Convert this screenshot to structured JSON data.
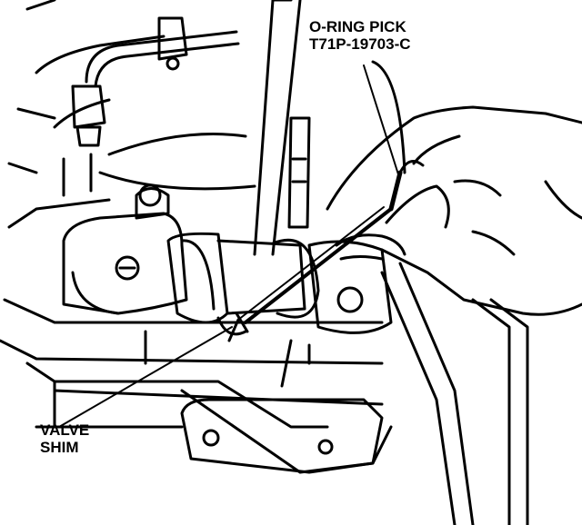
{
  "labels": {
    "oring_pick": {
      "line1": "O-RING PICK",
      "line2": "T71P-19703-C"
    },
    "valve_shim": {
      "line1": "VALVE",
      "line2": "SHIM"
    }
  },
  "colors": {
    "ink": "#000000",
    "paper": "#ffffff"
  }
}
